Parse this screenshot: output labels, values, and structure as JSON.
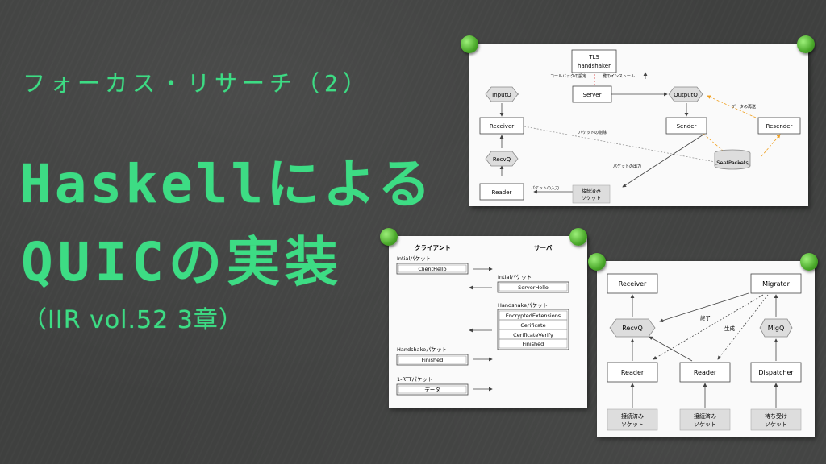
{
  "slide": {
    "subtitle": "フォーカス・リサーチ（2）",
    "title_line1": "Haskellによる",
    "title_line2": "QUICの実装",
    "note": "（IIR vol.52 3章）"
  },
  "diagram_top": {
    "nodes": {
      "tls": [
        "TLS",
        "handshaker"
      ],
      "server": "Server",
      "inputq": "InputQ",
      "outputq": "OutputQ",
      "receiver": "Receiver",
      "sender": "Sender",
      "resender": "Resender",
      "recvq": "RecvQ",
      "sentpackets": "SentPackets",
      "reader": "Reader",
      "socket": [
        "接続済み",
        "ソケット"
      ]
    },
    "labels": {
      "callback": "コールバックの設定",
      "key_install": "鍵のインストール",
      "resend": "データの再送",
      "packet_delete": "パケットの削除",
      "packet_output": "パケットの出力",
      "packet_input": "パケットの入力"
    }
  },
  "diagram_handshake": {
    "client": "クライアント",
    "server": "サーバ",
    "initial1": "Intialパケット",
    "client_hello": "ClientHello",
    "initial2": "Intialパケット",
    "server_hello": "ServerHello",
    "handshake1": "Handshakeパケット",
    "server_msgs": [
      "EncryptedExtensions",
      "Cerificate",
      "CerificateVerify",
      "Finished"
    ],
    "handshake2": "Handshakeパケット",
    "client_finished": "Finished",
    "rtt": "1-RTTパケット",
    "data": "データ"
  },
  "diagram_migrator": {
    "receiver": "Receiver",
    "migrator": "Migrator",
    "recvq": "RecvQ",
    "migq": "MigQ",
    "end": "終了",
    "create": "生成",
    "reader1": "Reader",
    "reader2": "Reader",
    "dispatcher": "Dispatcher",
    "socket1": [
      "接続済み",
      "ソケット"
    ],
    "socket2": [
      "接続済み",
      "ソケット"
    ],
    "socket3": [
      "待ち受け",
      "ソケット"
    ]
  }
}
